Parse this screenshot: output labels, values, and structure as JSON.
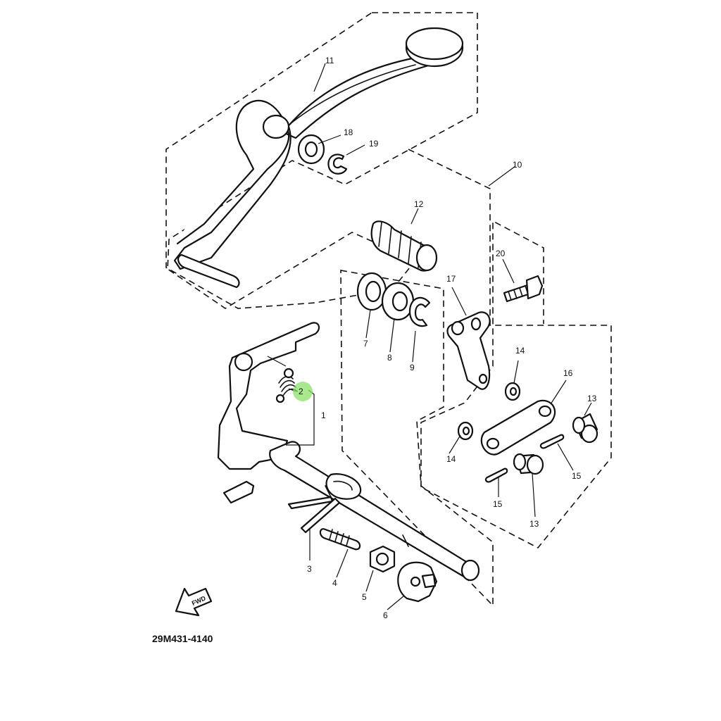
{
  "diagram": {
    "part_code": "29M431-4140",
    "direction_marker": "FWD",
    "highlight_color": "#8ee06a",
    "highlighted_callout": "2",
    "callouts": [
      "1",
      "2",
      "3",
      "4",
      "5",
      "6",
      "7",
      "8",
      "9",
      "10",
      "11",
      "12",
      "13",
      "13",
      "14",
      "14",
      "15",
      "15",
      "16",
      "17",
      "18",
      "19",
      "20"
    ]
  }
}
